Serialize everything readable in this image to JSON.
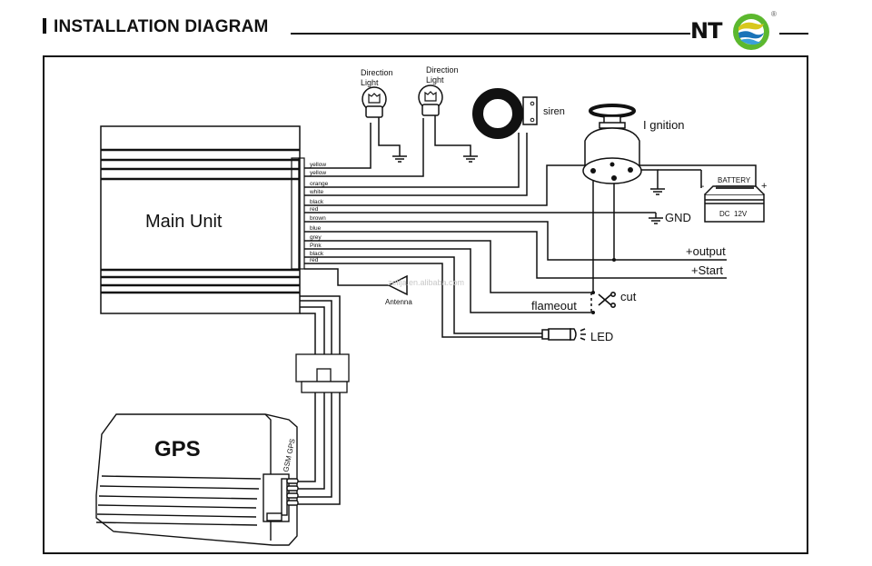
{
  "header": {
    "title": "INSTALLATION DIAGRAM",
    "brand": "NT",
    "registered_mark": "®",
    "brand_logo_icon": "nt-globe-logo-icon",
    "brand_colors": {
      "ring": "#5cb82e",
      "wave_blue": "#1a73b8",
      "wave_yellow": "#d8c81c"
    }
  },
  "components": {
    "main_unit": "Main Unit",
    "gps": "GPS",
    "gps_port_label": "GSM GPS",
    "direction_light_1": [
      "Direction",
      "Light"
    ],
    "direction_light_2": [
      "Direction",
      "Light"
    ],
    "siren": "siren",
    "ignition": "I gnition",
    "battery": "BATTERY",
    "battery_voltage": "DC  12V",
    "battery_neg": "-",
    "battery_pos": "+",
    "gnd": "GND",
    "output": "+output",
    "start": "+Start",
    "flameout": "flameout",
    "cut": "cut",
    "led": "LED",
    "antenna": "Antenna",
    "watermark": "zelija.en.alibaba.com"
  },
  "wires": [
    {
      "color": "yellow"
    },
    {
      "color": "yellow"
    },
    {
      "color": "orange"
    },
    {
      "color": "white"
    },
    {
      "color": "black"
    },
    {
      "color": "red"
    },
    {
      "color": "brown"
    },
    {
      "color": "blue"
    },
    {
      "color": "grey"
    },
    {
      "color": "Pink"
    },
    {
      "color": "black"
    },
    {
      "color": "red"
    }
  ]
}
